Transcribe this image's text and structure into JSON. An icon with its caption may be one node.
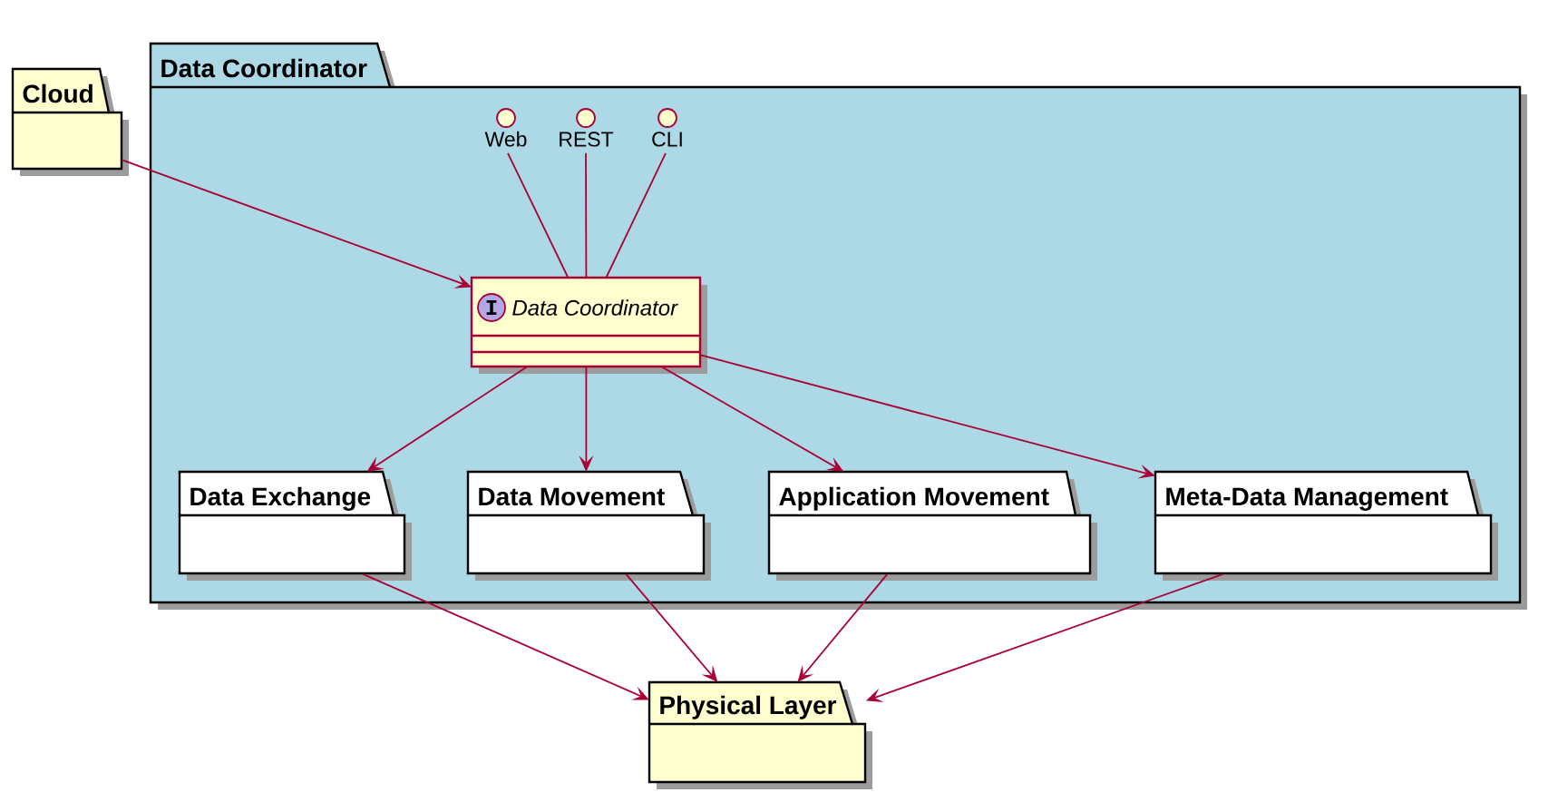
{
  "diagram": {
    "nodes": [
      {
        "text": [
          "Cloud"
        ]
      },
      {
        "text": [
          "Data Coordinator"
        ]
      },
      {
        "text": [
          "Web"
        ],
        "in": 1
      },
      {
        "text": [
          "REST"
        ],
        "in": 1
      },
      {
        "text": [
          "CLI"
        ],
        "in": 1
      },
      {
        "text": [
          "I",
          "Data Coordinator"
        ],
        "in": 1
      },
      {
        "text": [
          "Data Exchange"
        ],
        "in": 1
      },
      {
        "text": [
          "Data Movement"
        ],
        "in": 1
      },
      {
        "text": [
          "Application Movement"
        ],
        "in": 1
      },
      {
        "text": [
          "Meta-Data Management"
        ],
        "in": 1
      },
      {
        "text": [
          "Physical Layer"
        ]
      }
    ],
    "edges": [
      {
        "from": 0,
        "to": 5,
        "arrow": "to"
      },
      {
        "from": 2,
        "to": 5,
        "arrow": "none"
      },
      {
        "from": 3,
        "to": 5,
        "arrow": "none"
      },
      {
        "from": 4,
        "to": 5,
        "arrow": "none"
      },
      {
        "from": 5,
        "to": 6,
        "arrow": "to"
      },
      {
        "from": 5,
        "to": 7,
        "arrow": "to"
      },
      {
        "from": 5,
        "to": 8,
        "arrow": "to"
      },
      {
        "from": 5,
        "to": 9,
        "arrow": "to"
      },
      {
        "from": 6,
        "to": 10,
        "arrow": "to"
      },
      {
        "from": 7,
        "to": 10,
        "arrow": "to"
      },
      {
        "from": 8,
        "to": 10,
        "arrow": "to"
      },
      {
        "from": 9,
        "to": 10,
        "arrow": "to"
      }
    ]
  }
}
